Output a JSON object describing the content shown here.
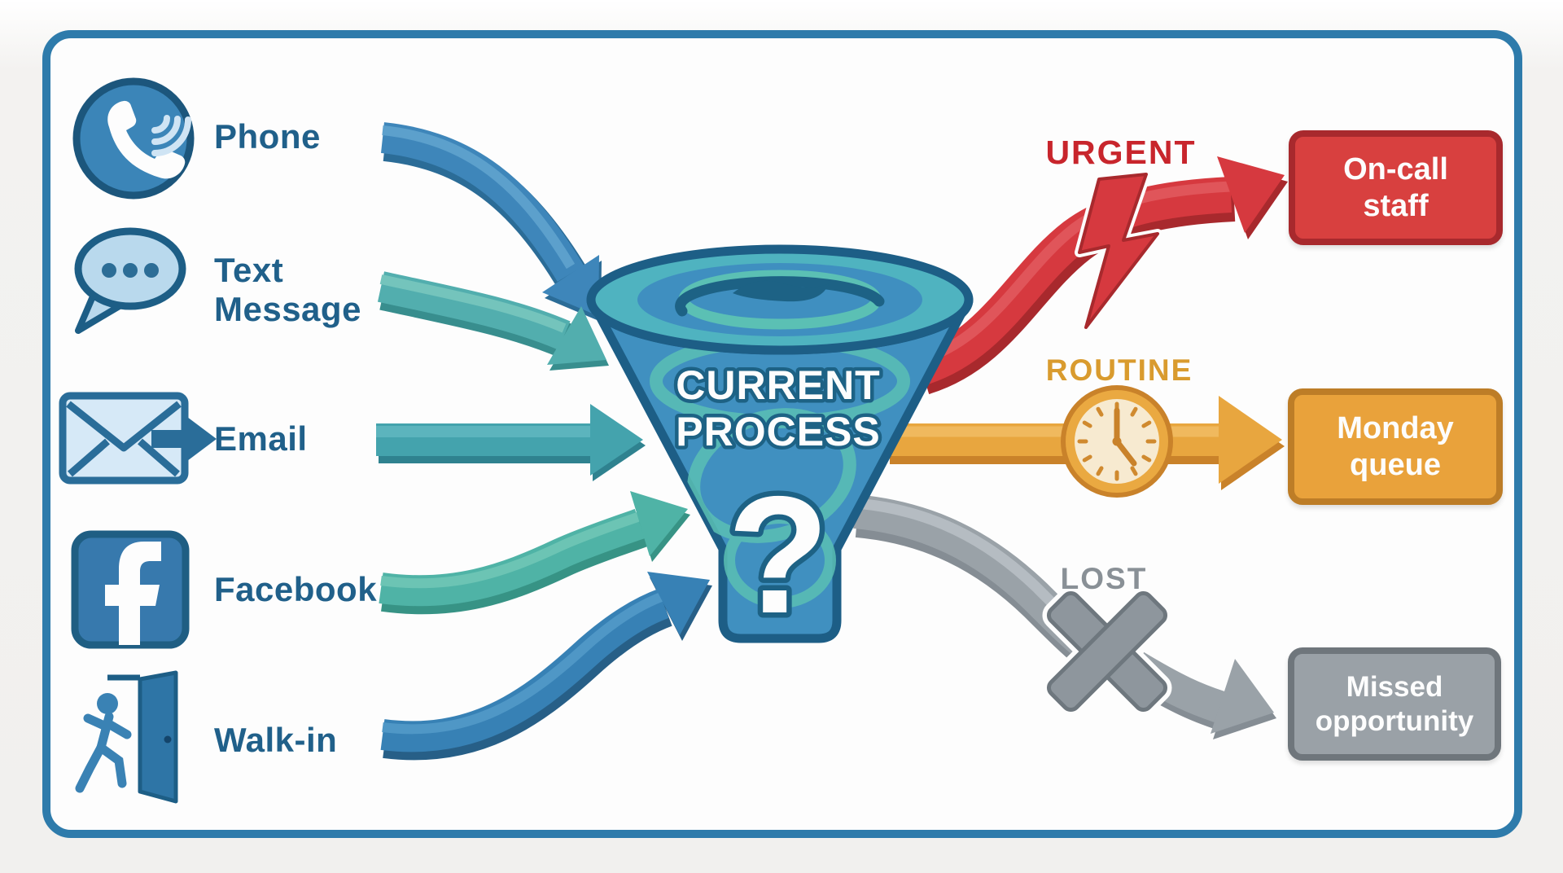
{
  "frame": {
    "border_color": "#2e7bab",
    "background": "#fdfdfd"
  },
  "palette": {
    "channel_blue": "#3a86b8",
    "channel_teal": "#4aa8a4",
    "label_blue": "#20608a",
    "funnel_blue": "#4090c0",
    "funnel_rim": "#1d5e86",
    "funnel_swirl_teal": "#5bc0b4",
    "urgent_red": "#d6393f",
    "routine_orange": "#e8a63f",
    "lost_gray": "#9aa2a8"
  },
  "channels": [
    {
      "label": "Phone",
      "icon": "phone-icon"
    },
    {
      "label": "Text Message",
      "lines": [
        "Text",
        "Message"
      ],
      "icon": "sms-bubble-icon"
    },
    {
      "label": "Email",
      "icon": "email-icon"
    },
    {
      "label": "Facebook",
      "icon": "facebook-icon"
    },
    {
      "label": "Walk-in",
      "icon": "walk-in-door-icon"
    }
  ],
  "funnel": {
    "line1": "CURRENT",
    "line2": "PROCESS",
    "mark": "?"
  },
  "outcomes": [
    {
      "tag": "URGENT",
      "tag_color": "#c8252c",
      "icon": "lightning-bolt-icon",
      "box": {
        "line1": "On-call",
        "line2": "staff",
        "fill": "#d8403f",
        "border": "#a8292d"
      }
    },
    {
      "tag": "ROUTINE",
      "tag_color": "#d99b2e",
      "icon": "clock-icon",
      "box": {
        "line1": "Monday",
        "line2": "queue",
        "fill": "#e9a23b",
        "border": "#bd7d27"
      }
    },
    {
      "tag": "LOST",
      "tag_color": "#899096",
      "icon": "x-mark-icon",
      "box": {
        "line1": "Missed",
        "line2": "opportunity",
        "fill": "#9aa1a7",
        "border": "#6f767c"
      }
    }
  ]
}
